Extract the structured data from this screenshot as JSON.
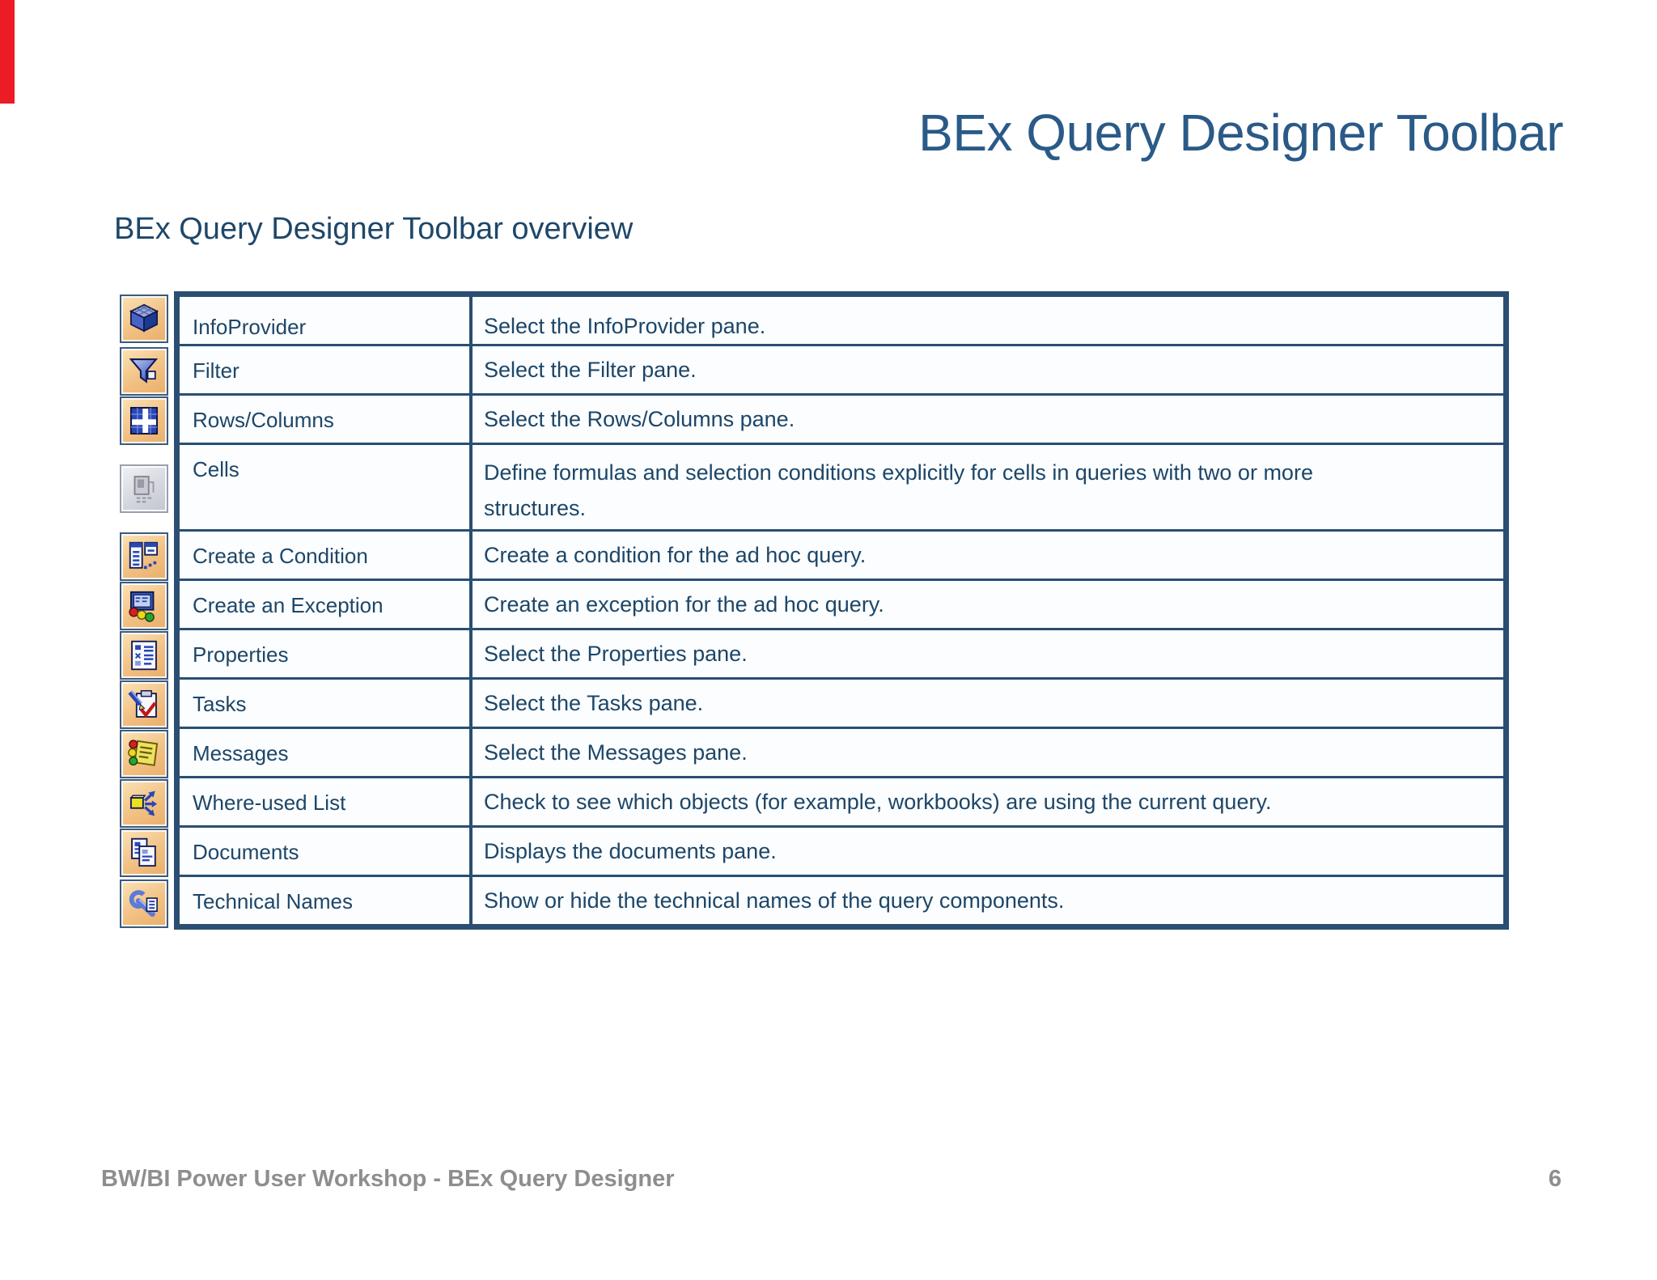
{
  "slide": {
    "title": "BEx Query Designer Toolbar",
    "subtitle": "BEx Query Designer Toolbar overview",
    "footer": "BW/BI Power User Workshop - BEx Query Designer",
    "page_number": "6"
  },
  "colors": {
    "accent_red": "#ec1c24",
    "title_blue": "#2a5a87",
    "text_navy": "#1d4668",
    "table_border_navy": "#2b4e72",
    "icon_button_tan": "#f2c184",
    "footer_gray": "#8e8e8e"
  },
  "table": {
    "rows": [
      {
        "icon": "infoprovider-cube-icon",
        "name": "InfoProvider",
        "description": "Select the InfoProvider pane."
      },
      {
        "icon": "filter-funnel-icon",
        "name": "Filter",
        "description": "Select the Filter pane."
      },
      {
        "icon": "rows-columns-grid-icon",
        "name": "Rows/Columns",
        "description": "Select the Rows/Columns pane."
      },
      {
        "icon": "cells-disabled-icon",
        "name": "Cells",
        "description": "Define formulas and selection conditions explicitly for cells in queries with two or more\nstructures."
      },
      {
        "icon": "create-condition-icon",
        "name": "Create a Condition",
        "description": "Create a condition for the ad hoc query."
      },
      {
        "icon": "create-exception-icon",
        "name": "Create an Exception",
        "description": "Create an exception for the ad hoc query."
      },
      {
        "icon": "properties-icon",
        "name": "Properties",
        "description": "Select the Properties pane."
      },
      {
        "icon": "tasks-icon",
        "name": "Tasks",
        "description": "Select the Tasks pane."
      },
      {
        "icon": "messages-icon",
        "name": "Messages",
        "description": "Select the Messages pane."
      },
      {
        "icon": "where-used-list-icon",
        "name": "Where-used List",
        "description": "Check to see which objects (for example, workbooks) are using the current query."
      },
      {
        "icon": "documents-icon",
        "name": "Documents",
        "description": "Displays the documents pane."
      },
      {
        "icon": "technical-names-icon",
        "name": "Technical Names",
        "description": "Show or hide the technical names of the query components."
      }
    ]
  }
}
